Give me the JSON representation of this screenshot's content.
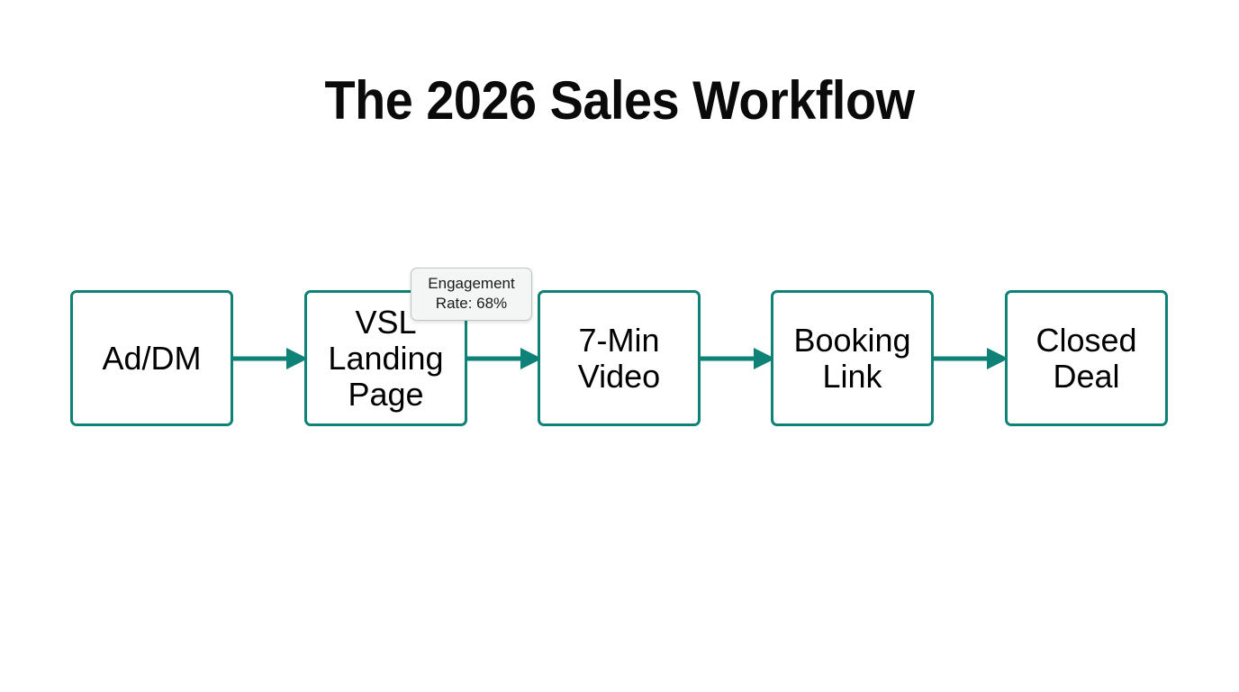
{
  "page": {
    "title": "The 2026 Sales Workflow",
    "background_color": "#ffffff"
  },
  "theme": {
    "accent_color": "#0e8277",
    "node_fill": "#ffffff",
    "node_border": "#0e8277",
    "text_color": "#000000",
    "tooltip_fill": "#f4f5f5",
    "tooltip_border": "#b9c7c6"
  },
  "diagram": {
    "type": "flowchart",
    "orientation": "left-to-right",
    "nodes": [
      {
        "id": "ad-dm",
        "label": "Ad/DM"
      },
      {
        "id": "vsl",
        "label": "VSL\nLanding\nPage"
      },
      {
        "id": "video",
        "label": "7-Min\nVideo"
      },
      {
        "id": "booking",
        "label": "Booking\nLink"
      },
      {
        "id": "closed",
        "label": "Closed\nDeal"
      }
    ],
    "connectors": [
      {
        "id": "c1",
        "from": "ad-dm",
        "to": "vsl",
        "style": "arrow"
      },
      {
        "id": "c2",
        "from": "vsl",
        "to": "video",
        "style": "arrow"
      },
      {
        "id": "c3",
        "from": "video",
        "to": "booking",
        "style": "arrow"
      },
      {
        "id": "c4",
        "from": "booking",
        "to": "closed",
        "style": "arrow"
      }
    ],
    "annotations": [
      {
        "id": "engagement",
        "attached_to": "vsl",
        "line1": "Engagement",
        "line2": "Rate: 68%",
        "metric_label": "Engagement Rate",
        "metric_value": "68%"
      }
    ]
  }
}
